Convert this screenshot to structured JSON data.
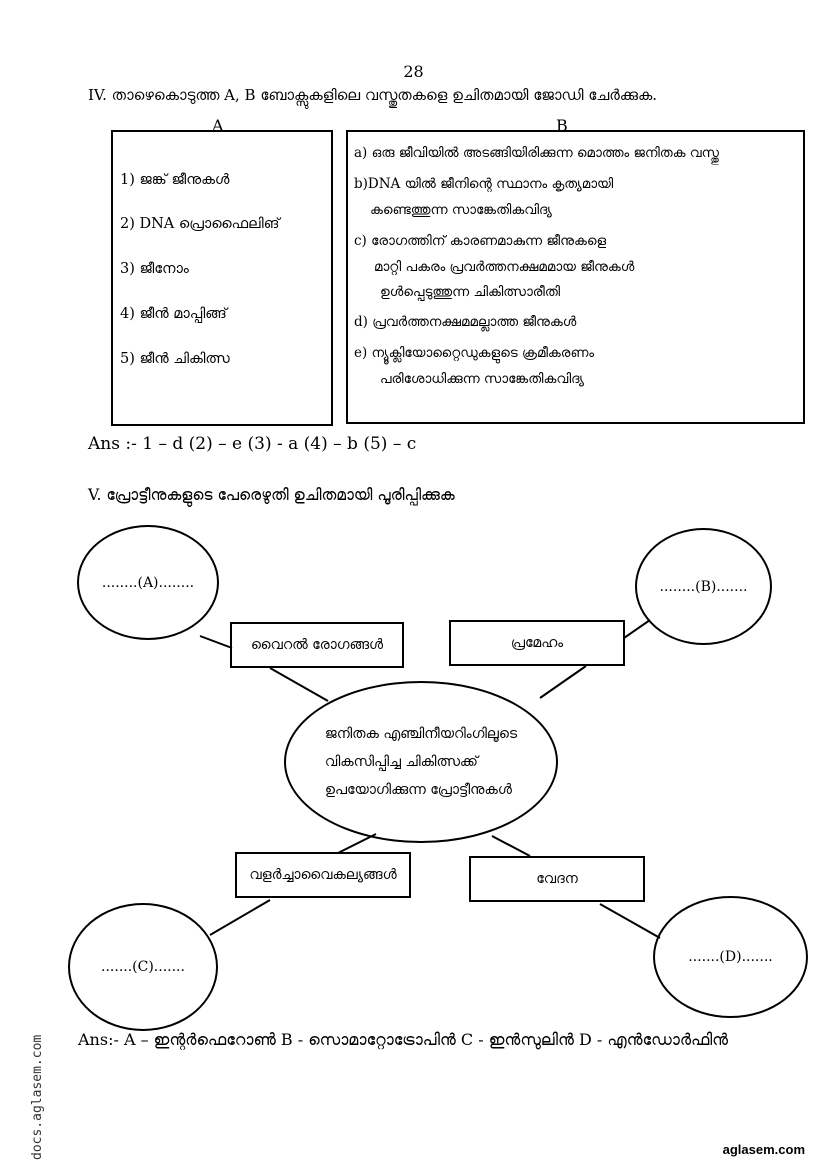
{
  "page_number": "28",
  "section_iv": {
    "question": "IV. താഴെകൊടുത്ത A, B ബോക്സുകളിലെ വസ്തുതകളെ ഉചിതമായി ജോഡി ചേർക്കുക.",
    "col_a_heading": "A",
    "col_b_heading": "B",
    "col_a_items": [
      "1)  ജങ്ക് ജീനുകൾ",
      "2) DNA പ്രൊഫൈലിങ്",
      "3) ജീനോം",
      "4) ജീൻ മാപ്പിങ്ങ്",
      "5) ജീൻ ചികിത്സ"
    ],
    "col_b_lines": [
      "a) ഒരു ജീവിയിൽ അടങ്ങിയിരിക്കുന്ന മൊത്തം ജനിതക വസ്തു",
      "b)DNA യിൽ ജീനിന്റെ സ്ഥാനം കൃത്യമായി",
      "കണ്ടെത്തുന്ന സാങ്കേതികവിദ്യ",
      "c) രോഗത്തിന് കാരണമാകുന്ന ജീനുകളെ",
      "മാറ്റി പകരം പ്രവർത്തനക്ഷമമായ ജീനുകൾ",
      "ഉൾപ്പെടുത്തുന്ന ചികിത്സാരീതി",
      "d) പ്രവർത്തനക്ഷമമല്ലാത്ത ജീനുകൾ",
      "e) ന്യൂക്ലിയോറ്റൈഡുകളുടെ ക്രമീകരണം",
      "പരിശോധിക്കുന്ന സാങ്കേതികവിദ്യ"
    ],
    "answer": "Ans :- 1 – d  (2) – e  (3) - a  (4) – b  (5) – c"
  },
  "section_v": {
    "question": "V. പ്രോട്ടീനുകളുടെ പേരെഴുതി ഉചിതമായി പൂരിപ്പിക്കുക",
    "center_lines": [
      "ജനിതക എഞ്ചിനീയറിംഗിലൂടെ",
      "വികസിപ്പിച്ച ചികിത്സക്ക്",
      "ഉപയോഗിക്കുന്ന പ്രോട്ടീനുകൾ"
    ],
    "blank_a": "........(A)........",
    "blank_b": "........(B).......",
    "blank_c": ".......(C).......",
    "blank_d": ".......(D).......",
    "box_viral": "വൈറൽ രോഗങ്ങൾ",
    "box_diabetes": "പ്രമേഹം",
    "box_growth": "വളർച്ചാവൈകല്യങ്ങൾ",
    "box_pain": "വേദന",
    "answer": "Ans:-  A – ഇന്റർഫെറോൺ  B - സൊമാറ്റോട്രോപിൻ  C - ഇൻസുലിൻ  D - എൻഡോർഫിൻ"
  },
  "watermark_side": "docs.aglasem.com",
  "watermark_corner": "aglasem.com"
}
